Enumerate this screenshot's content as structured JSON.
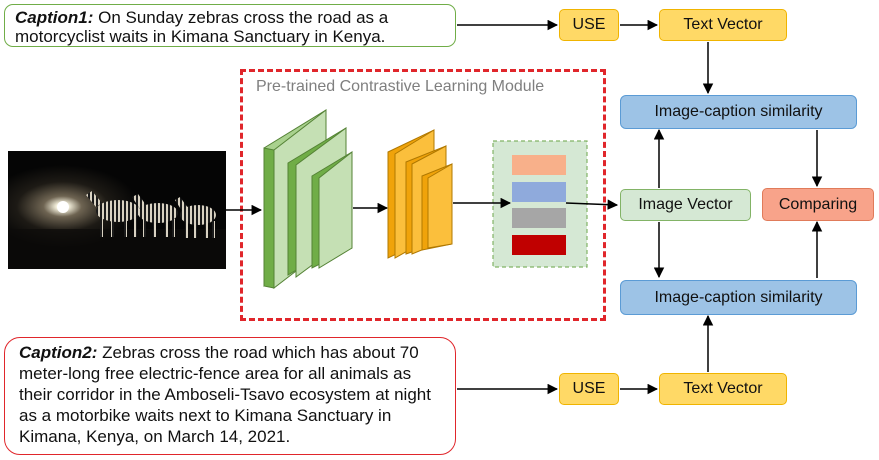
{
  "caption1": {
    "label": "Caption1:",
    "text": " On Sunday zebras cross the road as a motorcyclist waits in Kimana Sanctuary in Kenya."
  },
  "caption2": {
    "label": "Caption2:",
    "text": " Zebras cross the road which has about 70 meter-long free electric-fence area for all animals as their corridor in the Amboseli-Tsavo ecosystem at night as a motorbike waits next to Kimana Sanctuary in Kimana, Kenya, on March 14, 2021."
  },
  "module": {
    "label": "Pre-trained Contrastive Learning Module"
  },
  "nodes": {
    "use_top": "USE",
    "text_vector_top": "Text Vector",
    "similarity_top": "Image-caption similarity",
    "image_vector": "Image Vector",
    "comparing": "Comparing",
    "similarity_bottom": "Image-caption similarity",
    "use_bottom": "USE",
    "text_vector_bottom": "Text Vector"
  },
  "colors": {
    "caption1_border": "#70ad47",
    "caption2_border": "#e0262b",
    "module_border": "#e0262b",
    "use_fill": "#ffd966",
    "similarity_fill": "#9dc3e6",
    "image_vector_fill": "#d5e8d4",
    "comparing_fill": "#f8a38a",
    "feature_colors": [
      "#f8b08a",
      "#8faadc",
      "#a6a6a6",
      "#c00000"
    ]
  }
}
